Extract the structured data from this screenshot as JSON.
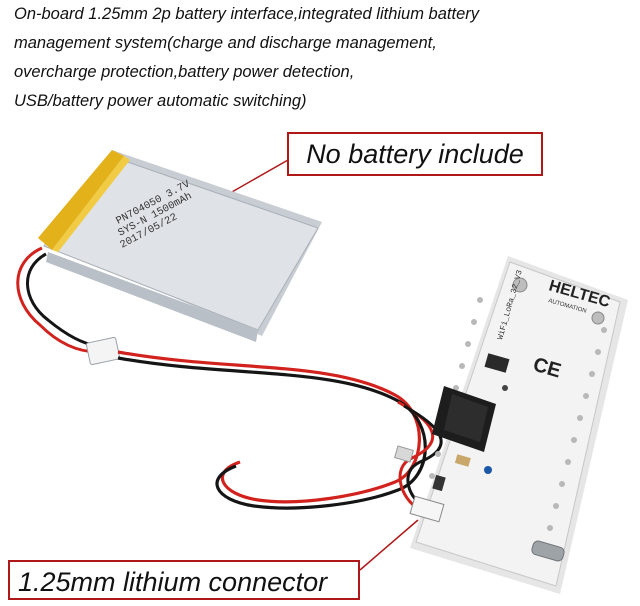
{
  "intro": {
    "lines": [
      "On-board 1.25mm 2p battery interface,integrated lithium battery",
      "management system(charge and discharge management,",
      "overcharge protection,battery power detection,",
      "USB/battery power automatic switching)"
    ]
  },
  "callouts": {
    "no_battery": "No battery include",
    "connector": "1.25mm lithium connector"
  },
  "battery_label": {
    "model": "PN704050 3.7V",
    "capacity": "SYS-N 1500mAh",
    "date": "2017/05/22"
  },
  "board": {
    "brand": "HELTEC",
    "brand_sub": "AUTOMATION",
    "mark": "CE",
    "model_text": "WiFi_LoRa_32_V3"
  },
  "colors": {
    "callout_border": "#b01818",
    "battery_tape": "#e3b21b",
    "battery_body": "#d9dde2",
    "wire_red": "#d1221d",
    "wire_black": "#151515",
    "pcb": "#f3f3f3"
  }
}
